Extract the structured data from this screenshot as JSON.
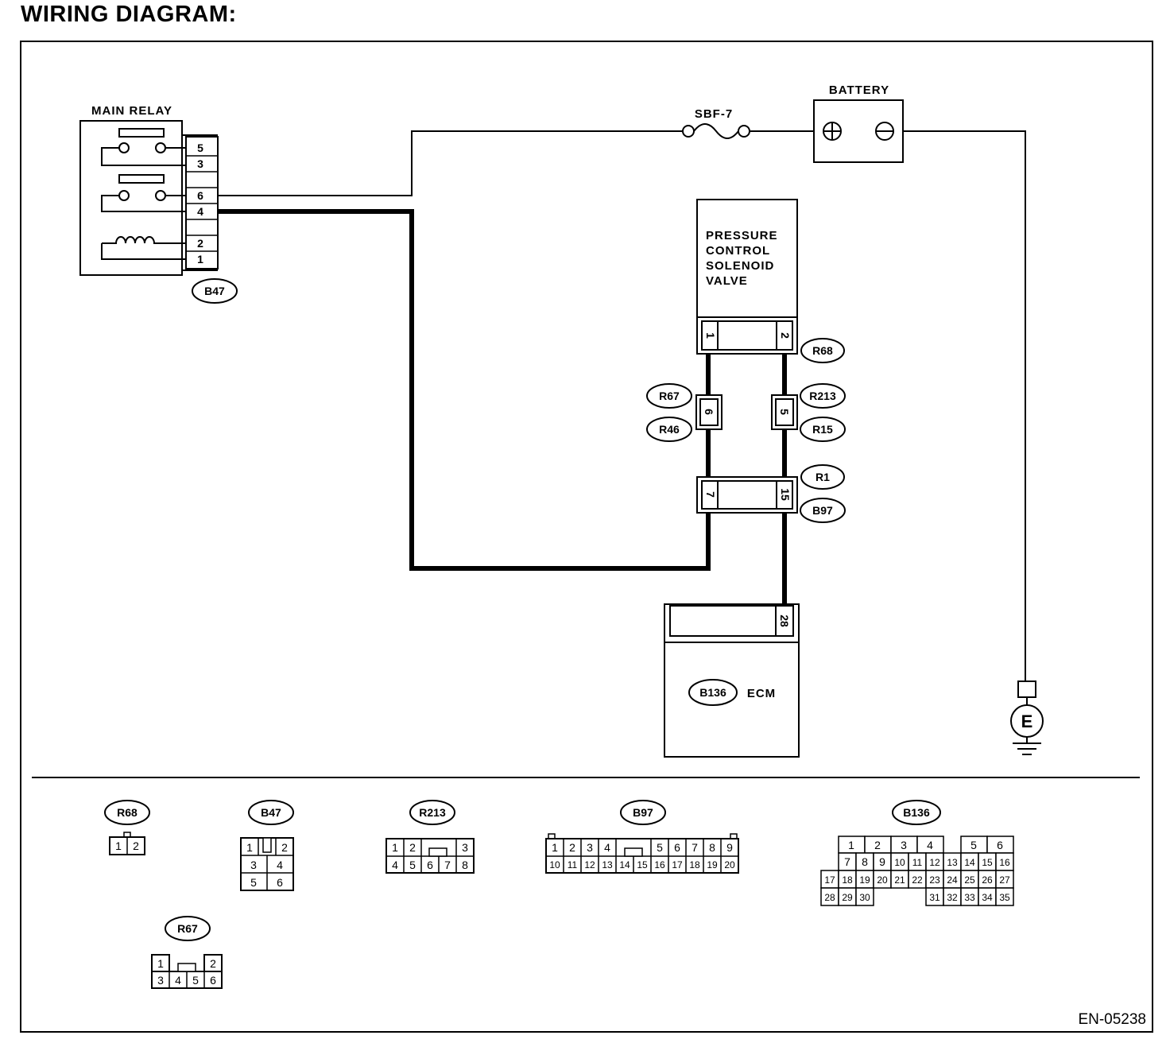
{
  "title": "WIRING DIAGRAM:",
  "figure_code": "EN-05238",
  "colors": {
    "line": "#000000",
    "background": "#ffffff"
  },
  "components": {
    "main_relay": {
      "label": "MAIN RELAY",
      "connector": "B47",
      "pins": [
        "5",
        "3",
        "6",
        "4",
        "2",
        "1"
      ]
    },
    "fuse": {
      "label": "SBF-7"
    },
    "battery": {
      "label": "BATTERY",
      "positive_symbol": "⊕",
      "negative_symbol": "⊖"
    },
    "solenoid": {
      "label_lines": [
        "PRESSURE",
        "CONTROL",
        "SOLENOID",
        "VALVE"
      ],
      "connector": "R68",
      "pins": [
        "1",
        "2"
      ]
    },
    "joint_left": {
      "pin": "6",
      "connectors": [
        "R67",
        "R46"
      ]
    },
    "joint_right": {
      "pin": "5",
      "connectors": [
        "R213",
        "R15"
      ]
    },
    "joint_lower": {
      "pins": [
        "7",
        "15"
      ],
      "connectors": [
        "R1",
        "B97"
      ]
    },
    "ecm": {
      "label": "ECM",
      "connector": "B136",
      "pin": "28"
    },
    "ground": {
      "label": "E"
    }
  },
  "connector_views": {
    "R68": {
      "id": "R68",
      "rows": [
        [
          "1",
          "2"
        ]
      ]
    },
    "B47": {
      "id": "B47",
      "rows": [
        [
          "1",
          "2"
        ],
        [
          "3",
          "4"
        ],
        [
          "5",
          "6"
        ]
      ]
    },
    "R213": {
      "id": "R213",
      "rows": [
        [
          "1",
          "2",
          "3"
        ],
        [
          "4",
          "5",
          "6",
          "7",
          "8"
        ]
      ]
    },
    "B97": {
      "id": "B97",
      "rows": [
        [
          "1",
          "2",
          "3",
          "4",
          "5",
          "6",
          "7",
          "8",
          "9"
        ],
        [
          "10",
          "11",
          "12",
          "13",
          "14",
          "15",
          "16",
          "17",
          "18",
          "19",
          "20"
        ]
      ]
    },
    "B136": {
      "id": "B136",
      "rows": [
        [
          "1",
          "2",
          "3",
          "4",
          "5",
          "6"
        ],
        [
          "7",
          "8",
          "9",
          "10",
          "11",
          "12",
          "13",
          "14",
          "15",
          "16"
        ],
        [
          "17",
          "18",
          "19",
          "20",
          "21",
          "22",
          "23",
          "24",
          "25",
          "26",
          "27"
        ],
        [
          "28",
          "29",
          "30",
          "31",
          "32",
          "33",
          "34",
          "35"
        ]
      ]
    },
    "R67": {
      "id": "R67",
      "rows": [
        [
          "1",
          "2"
        ],
        [
          "3",
          "4",
          "5",
          "6"
        ]
      ]
    }
  }
}
